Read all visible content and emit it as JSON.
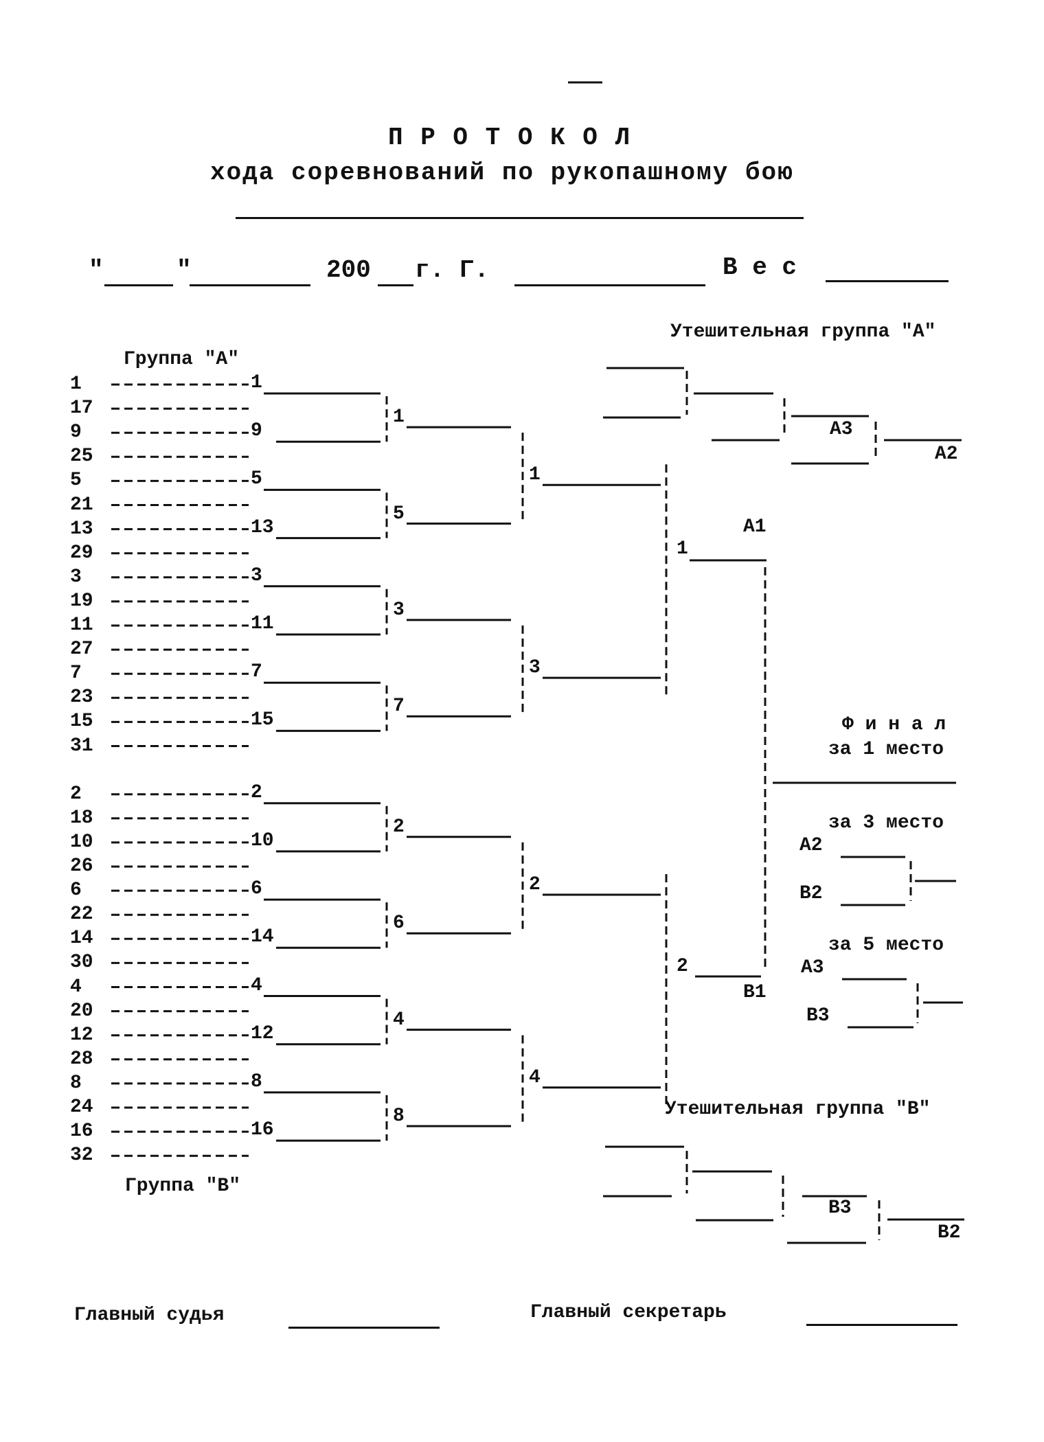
{
  "header": {
    "title": "П Р О Т О К О Л",
    "subtitle": "хода соревнований по рукопашному бою",
    "quote_open": "\"",
    "quote_close": "\"",
    "year_prefix": "200",
    "year_suffix": "г. Г.",
    "weight_label": "В е с"
  },
  "group_a": {
    "label": "Группа \"А\"",
    "seeds": [
      "1",
      "17",
      "9",
      "25",
      "5",
      "21",
      "13",
      "29",
      "3",
      "19",
      "11",
      "27",
      "7",
      "23",
      "15",
      "31"
    ],
    "round1": [
      "1",
      "9",
      "5",
      "13",
      "3",
      "11",
      "7",
      "15"
    ],
    "round2": [
      "1",
      "5",
      "3",
      "7"
    ],
    "round3": [
      "1",
      "3"
    ],
    "semifinal": "1"
  },
  "group_b": {
    "label": "Группа \"В\"",
    "seeds": [
      "2",
      "18",
      "10",
      "26",
      "6",
      "22",
      "14",
      "30",
      "4",
      "20",
      "12",
      "28",
      "8",
      "24",
      "16",
      "32"
    ],
    "round1": [
      "2",
      "10",
      "6",
      "14",
      "4",
      "12",
      "8",
      "16"
    ],
    "round2": [
      "2",
      "6",
      "4",
      "8"
    ],
    "round3": [
      "2",
      "4"
    ],
    "semifinal": "2"
  },
  "bracket_marks": {
    "a1": "А1",
    "b1": "В1"
  },
  "consolation_a": {
    "title": "Утешительная группа \"А\"",
    "a3": "А3",
    "a2": "А2"
  },
  "consolation_b": {
    "title": "Утешительная группа \"В\"",
    "b3": "В3",
    "b2": "В2"
  },
  "finals": {
    "final_heading": "Ф и н а л",
    "first_place": "за 1 место",
    "third_place": "за 3 место",
    "third_a": "А2",
    "third_b": "В2",
    "fifth_place": "за 5 место",
    "fifth_a": "А3",
    "fifth_b": "В3"
  },
  "footer": {
    "chief_judge": "Главный судья",
    "chief_secretary": "Главный секретарь"
  }
}
